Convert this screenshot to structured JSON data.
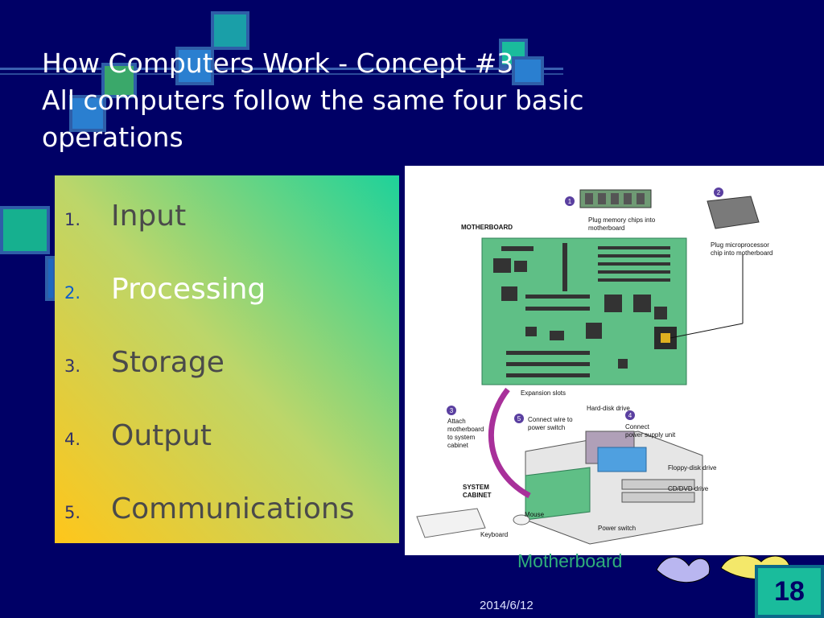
{
  "slide": {
    "title_line1": "How Computers Work - Concept #3",
    "title_line2": "All computers follow the same four basic",
    "title_line3": "operations",
    "items": [
      {
        "num": "1.",
        "label": "Input"
      },
      {
        "num": "2.",
        "label": "Processing"
      },
      {
        "num": "3.",
        "label": "Storage"
      },
      {
        "num": "4.",
        "label": "Output"
      },
      {
        "num": "5.",
        "label": "Communications"
      }
    ],
    "caption": "Motherboard",
    "date": "2014/6/12",
    "page_number": "18"
  },
  "diagram": {
    "motherboard_label": "MOTHERBOARD",
    "step1": "1",
    "step1_text_a": "Plug memory chips into",
    "step1_text_b": "motherboard",
    "step2": "2",
    "step2_text_a": "Plug microprocessor",
    "step2_text_b": "chip into motherboard",
    "expansion": "Expansion slots",
    "step3": "3",
    "step3_a": "Attach",
    "step3_b": "motherboard",
    "step3_c": "to system",
    "step3_d": "cabinet",
    "step4": "4",
    "step4_a": "Connect",
    "step4_b": "power supply unit",
    "step5": "5",
    "step5_a": "Connect wire to",
    "step5_b": "power switch",
    "hard_disk": "Hard-disk drive",
    "floppy": "Floppy-disk drive",
    "cddvd": "CD/DVD drive",
    "system_a": "SYSTEM",
    "system_b": "CABINET",
    "mouse": "Mouse",
    "keyboard": "Keyboard",
    "power_switch": "Power switch"
  },
  "colors": {
    "background": "#000066",
    "accent_teal": "#1abc9c",
    "active_item": "#ffffff",
    "active_num": "#0b5dcc"
  }
}
